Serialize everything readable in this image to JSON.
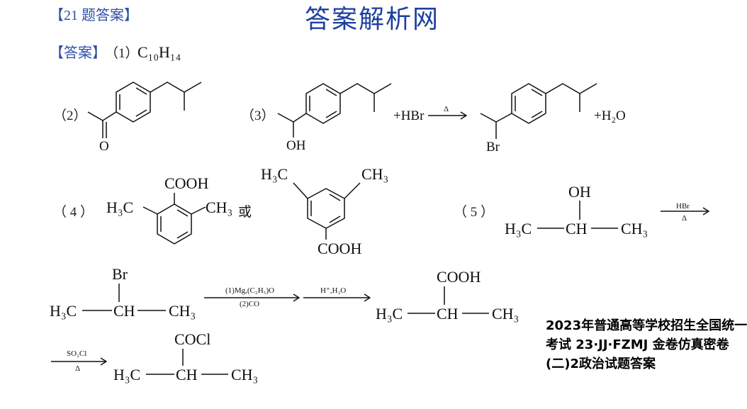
{
  "site_title": "答案解析网",
  "question_heading": "【21 题答案】",
  "answer": {
    "tag": "【答案】",
    "part1_num": "（1）",
    "part1_formula": "C₁₀H₁₄",
    "part2_num": "（2）",
    "part3_num": "（3）",
    "part4_num": "（ 4 ）",
    "part5_num": "（ 5 ）",
    "or_word": "或"
  },
  "labels": {
    "O": "O",
    "OH": "OH",
    "Br": "Br",
    "HBr_reagent": "+HBr",
    "delta": "Δ",
    "H2O": "+H₂O",
    "COOH": "COOH",
    "COCl": "COCl",
    "H3C": "H₃C",
    "CH3": "CH₃",
    "CH": "CH",
    "HBr": "HBr",
    "step1_reagent": "(1)Mg,(C₂H₅)O",
    "step1_sub": "(2)CO",
    "step2_reagent": "H⁺,H₂O",
    "so2cl_reagent": "SO₂Cl"
  },
  "caption": {
    "text": "2023年普通高等学校招生全国统一考试 23·JJ·FZMJ 金卷仿真密卷(二)2政治试题答案"
  }
}
